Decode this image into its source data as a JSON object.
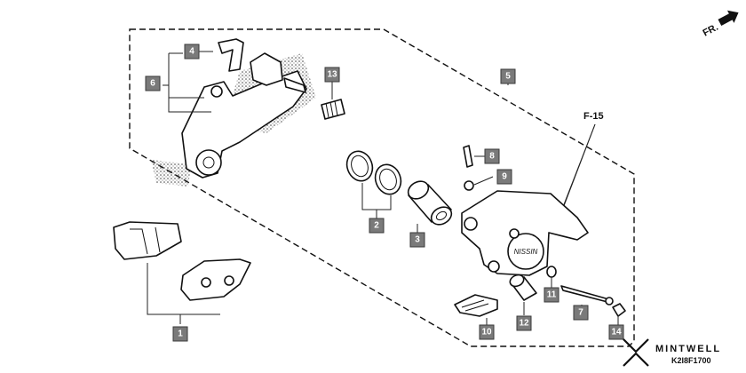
{
  "direction_label": "FR.",
  "reference_label": "F-15",
  "brand": "MINTWELL",
  "diagram_code": "K2I8F1700",
  "callouts": [
    "1",
    "2",
    "3",
    "4",
    "5",
    "6",
    "7",
    "8",
    "9",
    "10",
    "11",
    "12",
    "13",
    "14"
  ]
}
